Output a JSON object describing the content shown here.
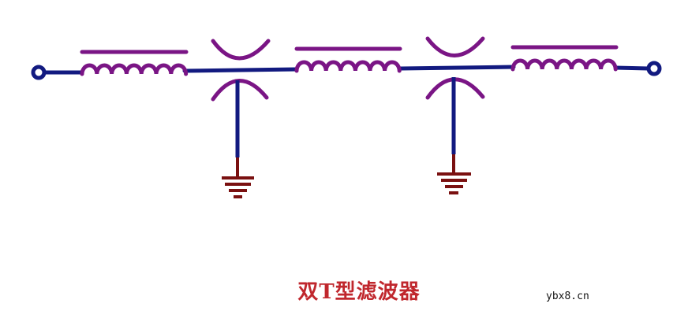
{
  "diagram": {
    "title": "双T型滤波器",
    "watermark": "ybx8.cn",
    "colors": {
      "wire": "#121a80",
      "component": "#7a1585",
      "ground": "#7a1010",
      "caption": "#c0272d",
      "background": "#ffffff"
    },
    "components": [
      {
        "id": "terminal-in",
        "type": "terminal"
      },
      {
        "id": "L1",
        "type": "inductor-with-core"
      },
      {
        "id": "C1",
        "type": "capacitor-shunt",
        "to": "ground-1"
      },
      {
        "id": "L2",
        "type": "inductor-with-core"
      },
      {
        "id": "C2",
        "type": "capacitor-shunt",
        "to": "ground-2"
      },
      {
        "id": "L3",
        "type": "inductor-with-core"
      },
      {
        "id": "terminal-out",
        "type": "terminal"
      }
    ]
  }
}
